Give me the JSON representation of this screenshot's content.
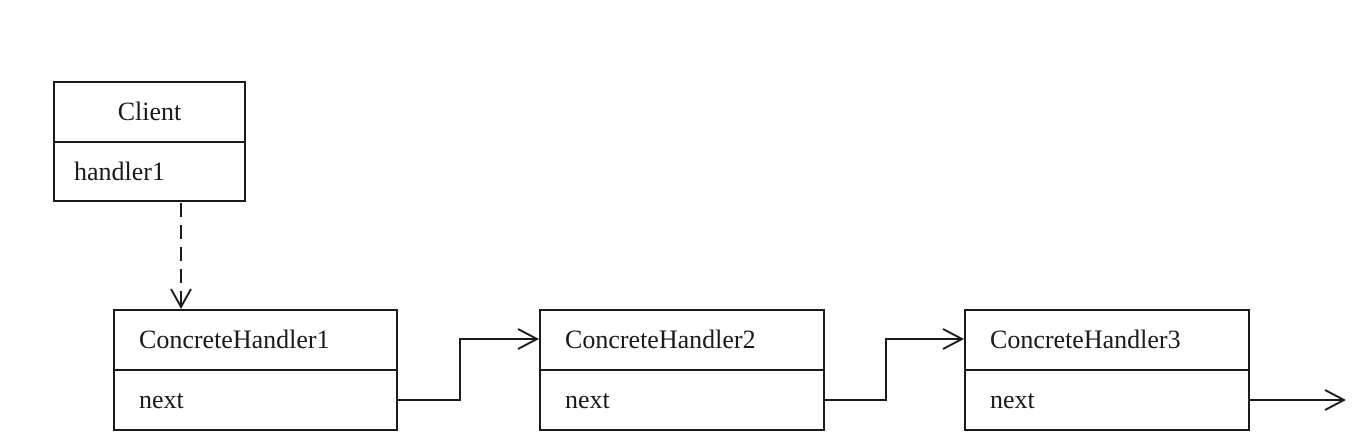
{
  "client": {
    "name": "Client",
    "attribute": "handler1"
  },
  "handlers": [
    {
      "name": "ConcreteHandler1",
      "attribute": "next"
    },
    {
      "name": "ConcreteHandler2",
      "attribute": "next"
    },
    {
      "name": "ConcreteHandler3",
      "attribute": "next"
    }
  ],
  "colors": {
    "line": "#1a1a1a",
    "background": "#ffffff"
  }
}
